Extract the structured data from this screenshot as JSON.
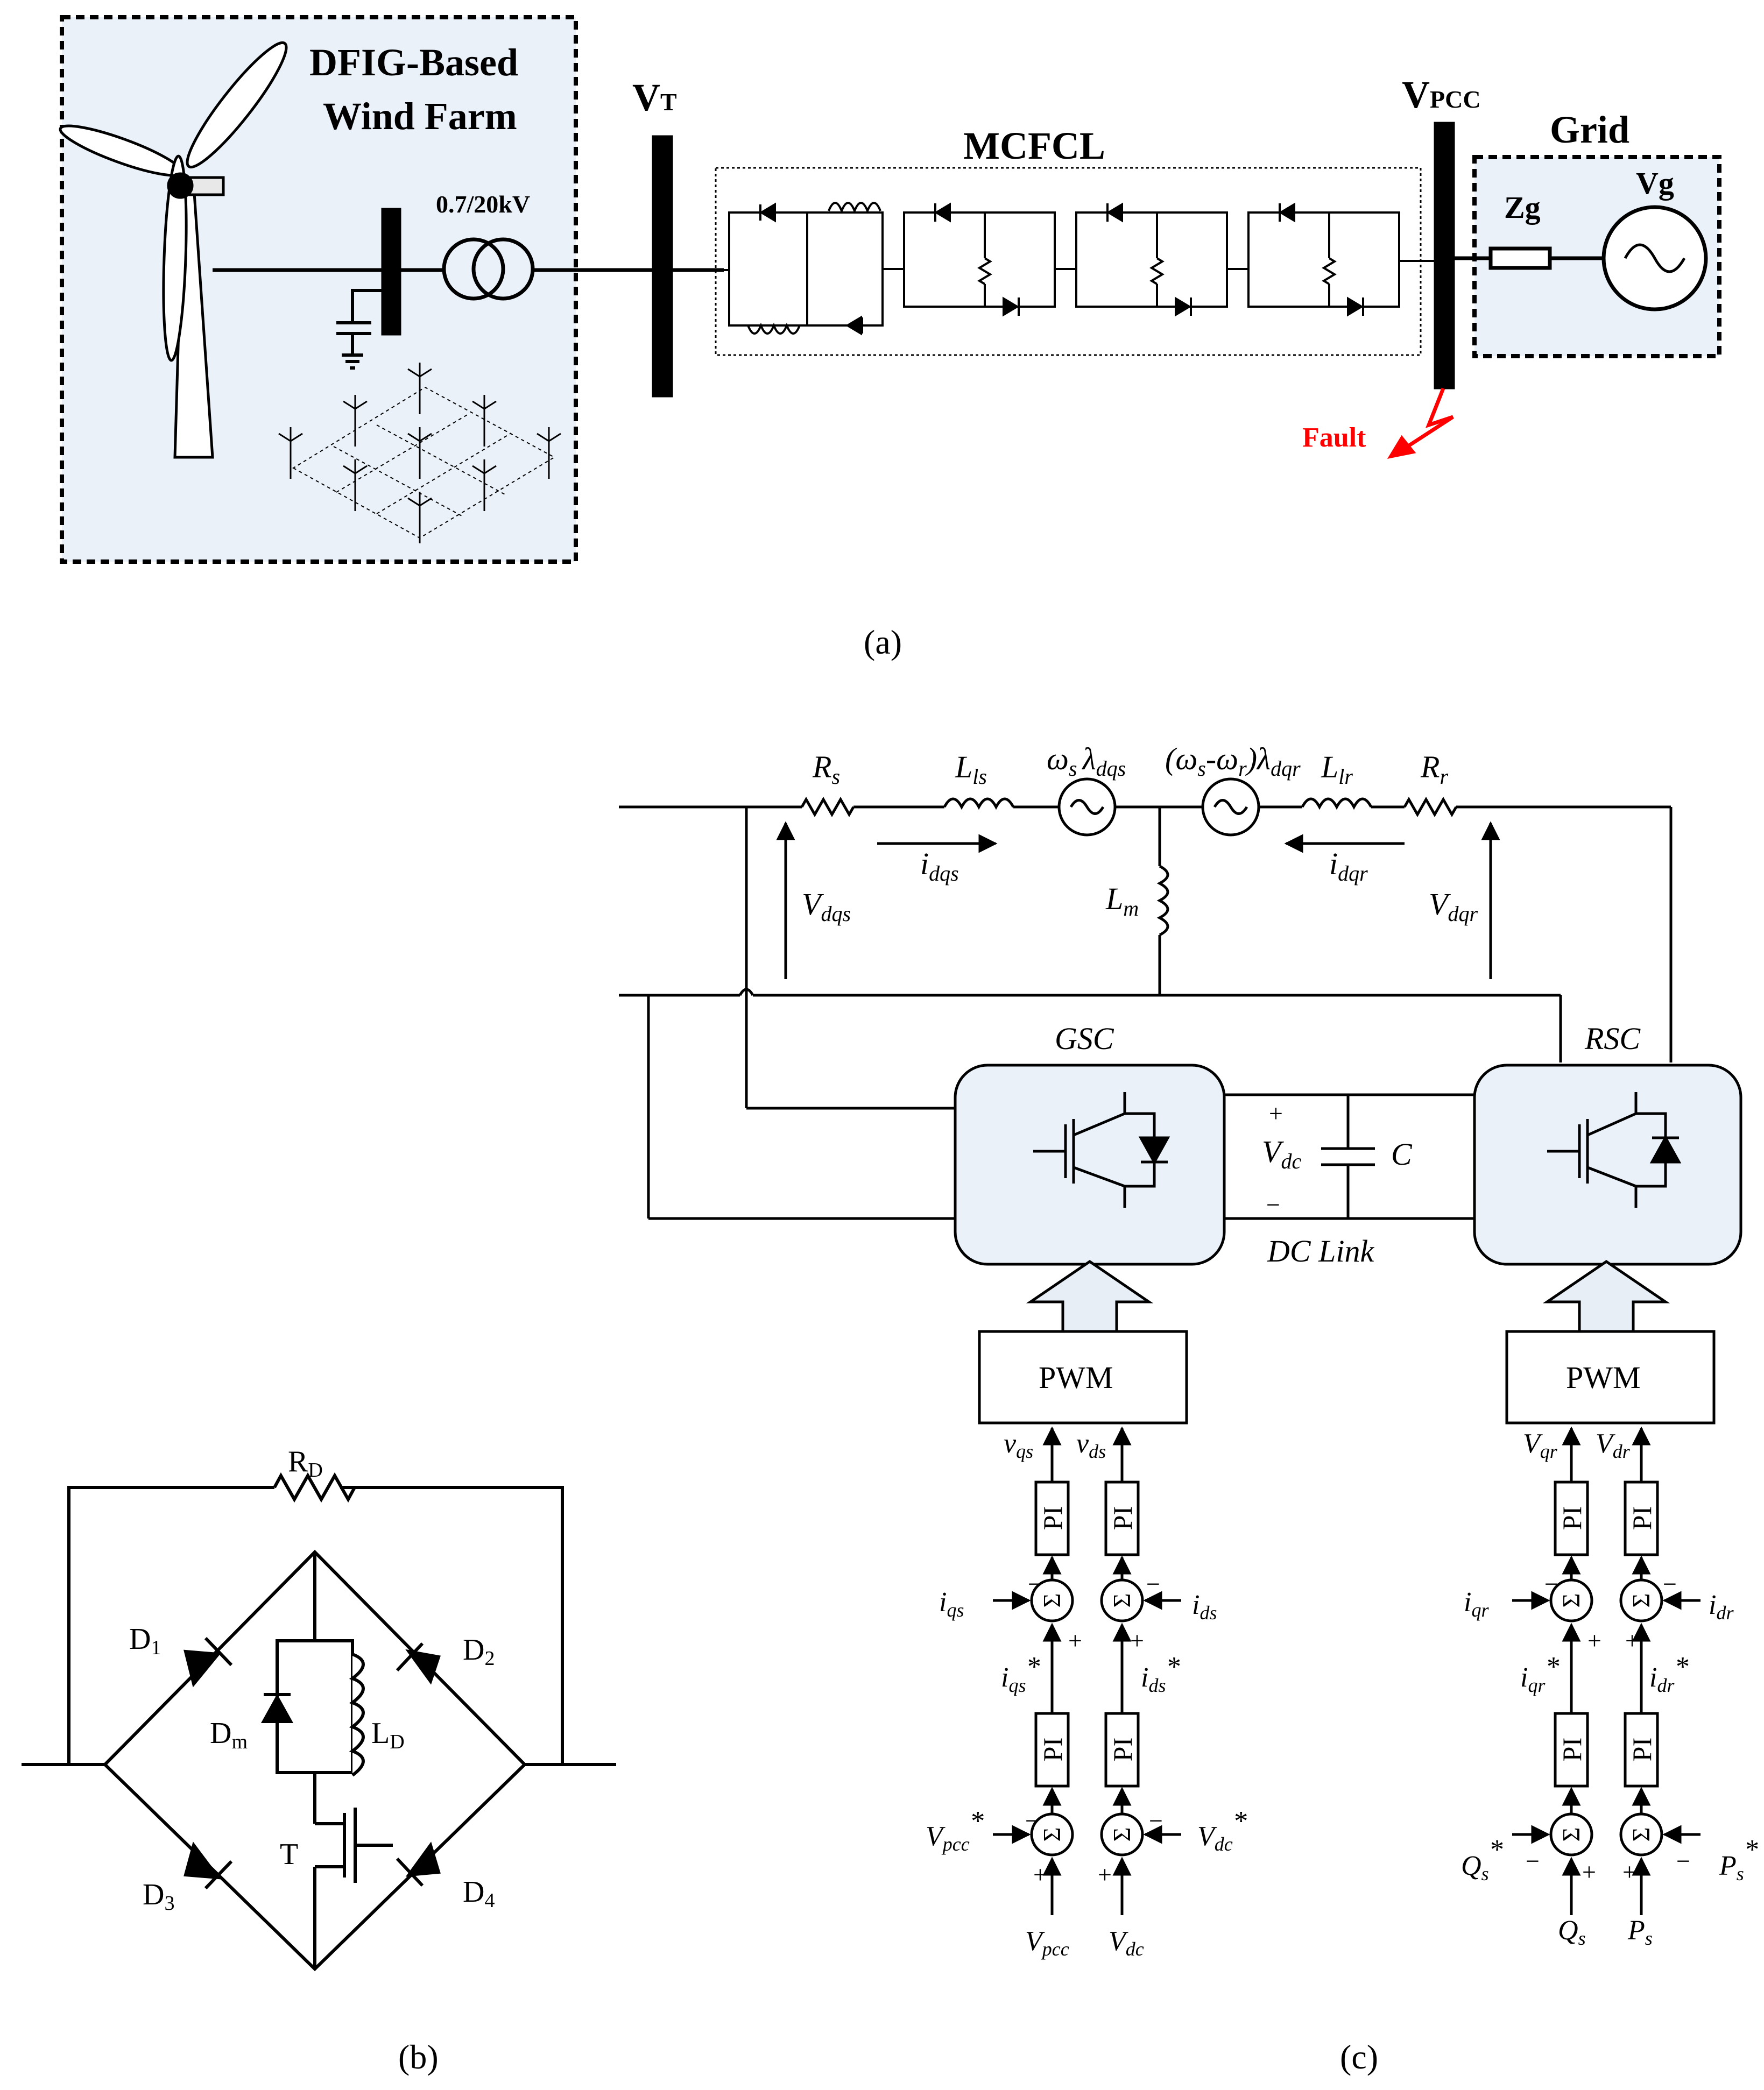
{
  "panel_a": {
    "wind_farm_title_line1": "DFIG-Based",
    "wind_farm_title_line2": "Wind Farm",
    "transformer_label": "0.7/20kV",
    "vt_label": "V",
    "vt_sub": "T",
    "vpcc_label": "V",
    "vpcc_sub": "PCC",
    "mcfcl_label": "MCFCL",
    "grid_label": "Grid",
    "zg_label": "Zg",
    "vg_label": "Vg",
    "fault_label": "Fault",
    "caption": "(a)",
    "colors": {
      "farm_fill": "#eaf1f9",
      "fault": "#ff0000"
    }
  },
  "panel_b": {
    "rd_label": "R",
    "rd_sub": "D",
    "d1": "D",
    "d1_sub": "1",
    "d2": "D",
    "d2_sub": "2",
    "d3": "D",
    "d3_sub": "3",
    "d4": "D",
    "d4_sub": "4",
    "dm": "D",
    "dm_sub": "m",
    "ld": "L",
    "ld_sub": "D",
    "t_label": "T",
    "caption": "(b)"
  },
  "panel_c": {
    "rs": "R",
    "rs_sub": "s",
    "lls": "L",
    "lls_sub": "ls",
    "ws_lambda": "ω",
    "ws_sub": "s",
    "lambda_dqs": "λ",
    "lambda_dqs_sub": "dqs",
    "slip_source": "(ω",
    "slip_source_s": "s",
    "slip_mid": "-ω",
    "slip_r": "r",
    "slip_close": ")λ",
    "slip_sub": "dqr",
    "llr": "L",
    "llr_sub": "lr",
    "rr": "R",
    "rr_sub": "r",
    "idqs": "i",
    "idqs_sub": "dqs",
    "idqr": "i",
    "idqr_sub": "dqr",
    "vdqs": "V",
    "vdqs_sub": "dqs",
    "vdqr": "V",
    "vdqr_sub": "dqr",
    "lm": "L",
    "lm_sub": "m",
    "gsc": "GSC",
    "rsc": "RSC",
    "vdc": "V",
    "vdc_sub": "dc",
    "cap": "C",
    "plus": "+",
    "minus": "−",
    "dc_link": "DC Link",
    "pwm": "PWM",
    "pi": "PI",
    "gsc_ctrl": {
      "vqs": "v",
      "vqs_sub": "qs",
      "vds": "v",
      "vds_sub": "ds",
      "iqs": "i",
      "iqs_sub": "qs",
      "ids": "i",
      "ids_sub": "ds",
      "iqs_ref": "i",
      "iqs_ref_sub": "qs",
      "star": "*",
      "ids_ref": "i",
      "ids_ref_sub": "ds",
      "vpcc_ref": "V",
      "vpcc_ref_sub": "pcc",
      "vdc_ref": "V",
      "vdc_ref_sub": "dc",
      "vpcc": "V",
      "vpcc_sub": "pcc",
      "vdc": "V",
      "vdc_sub": "dc"
    },
    "rsc_ctrl": {
      "vqr": "V",
      "vqr_sub": "qr",
      "vdr": "V",
      "vdr_sub": "dr",
      "iqr": "i",
      "iqr_sub": "qr",
      "idr": "i",
      "idr_sub": "dr",
      "iqr_ref": "i",
      "iqr_ref_sub": "qr",
      "star": "*",
      "idr_ref": "i",
      "idr_ref_sub": "dr",
      "qs_ref": "Q",
      "qs_ref_sub": "s",
      "ps_ref": "P",
      "ps_ref_sub": "s",
      "qs": "Q",
      "qs_sub": "s",
      "ps": "P",
      "ps_sub": "s"
    },
    "caption": "(c)",
    "colors": {
      "converter_fill": "#eaf1f9",
      "arrow_fill": "#e7eef6"
    }
  }
}
